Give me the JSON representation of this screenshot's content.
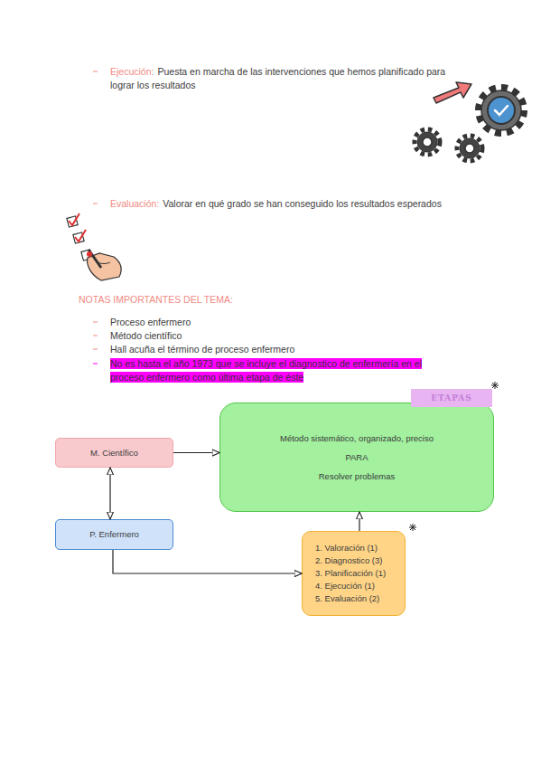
{
  "diagram": {
    "nodes": [
      {
        "text": [
          "ETAPAS"
        ]
      },
      {
        "text": [
          "Método sistemático, organizado, preciso",
          "PARA",
          "Resolver problemas"
        ]
      },
      {
        "text": [
          "M. Científico"
        ]
      },
      {
        "text": [
          "P. Enfermero"
        ]
      },
      {
        "text": [
          "1. Valoración (1)",
          "2. Diagnostico (3)",
          "3. Planificación (1)",
          "4. Ejecución (1)",
          "5. Evaluación (2)"
        ]
      }
    ],
    "edges": [
      {
        "from": 2,
        "to": 1,
        "arrow": "to"
      },
      {
        "from": 2,
        "to": 3,
        "arrow": "both"
      },
      {
        "from": 3,
        "to": 4,
        "arrow": "to"
      },
      {
        "from": 4,
        "to": 1,
        "arrow": "to"
      }
    ],
    "labels": [
      "Ejecución:",
      "Puesta en marcha de las intervenciones que hemos planificado para lograr los resultados",
      "Evaluación:",
      "Valorar en qué grado se han conseguido los resultados esperados",
      "NOTAS IMPORTANTES DEL TEMA:",
      "Proceso enfermero",
      "Método científico",
      "Hall acuña el término de proceso enfermero",
      "No es hasta el año 1973 que se incluye el diagnostico de enfermería en el proceso enfermero como última etapa de éste"
    ]
  }
}
